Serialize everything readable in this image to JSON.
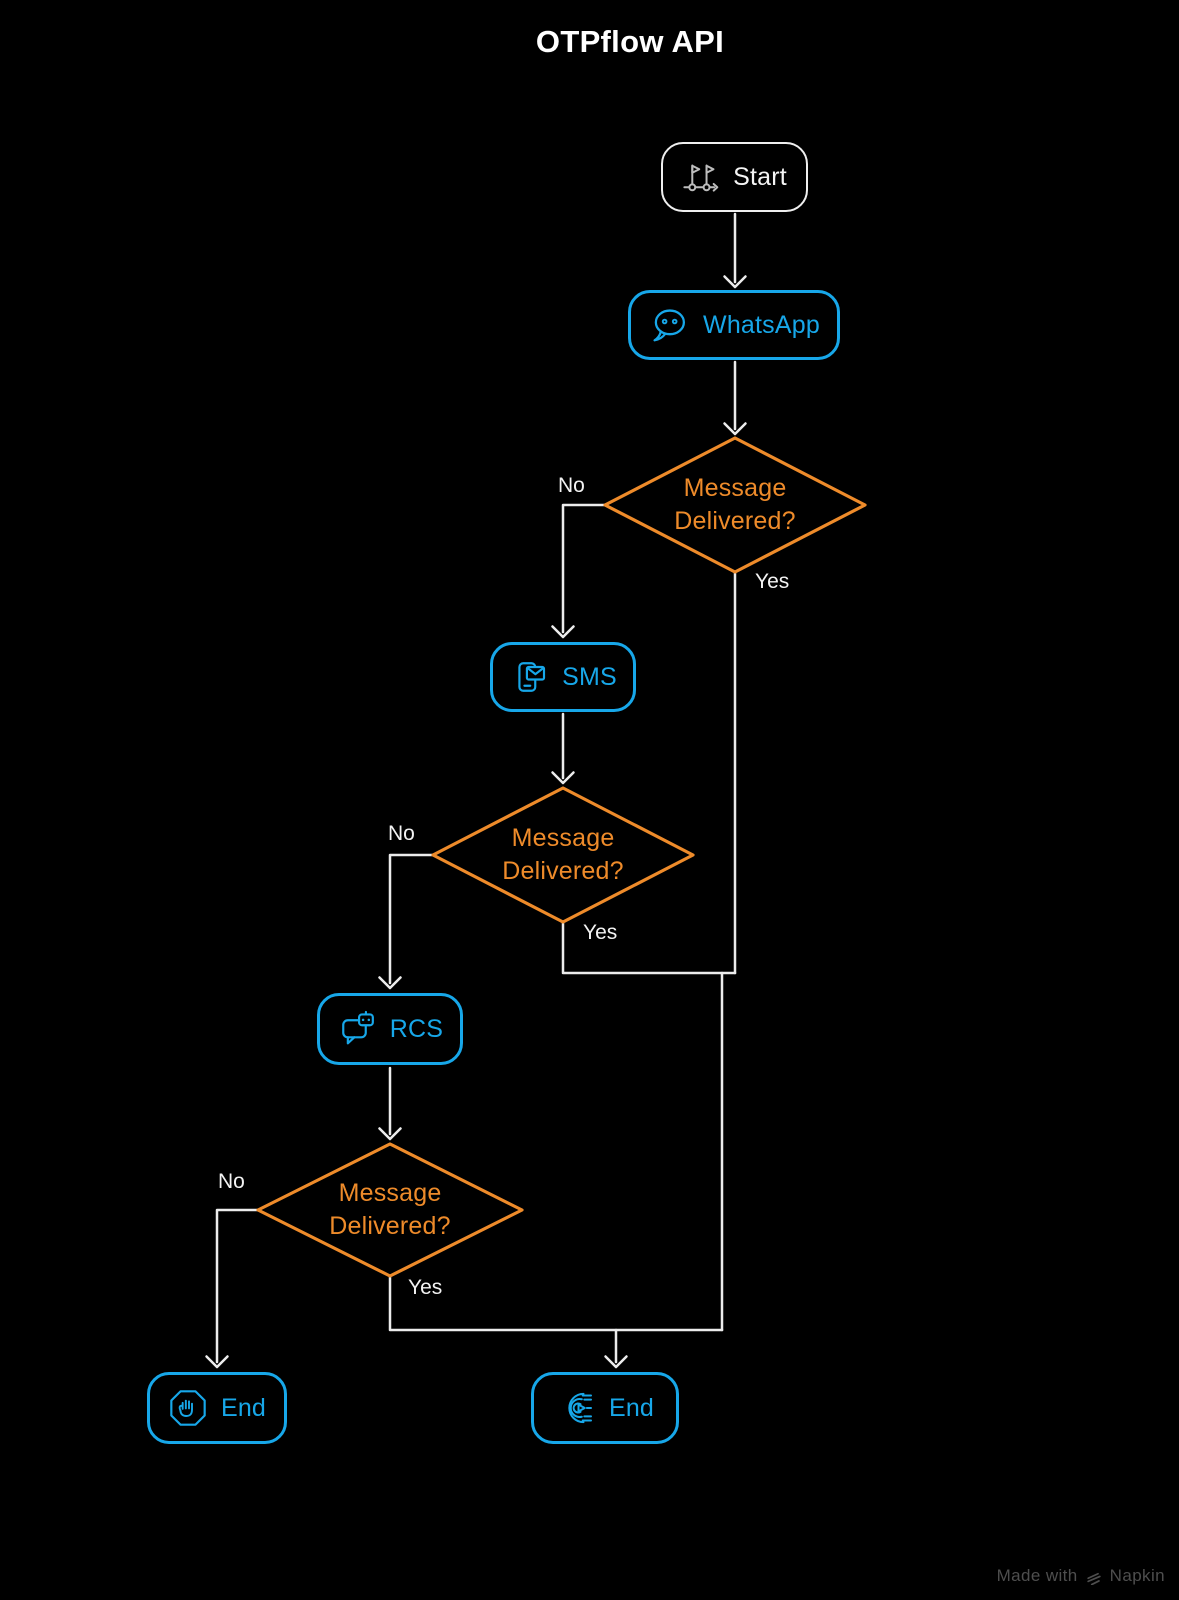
{
  "title": "OTPflow API",
  "nodes": {
    "start": {
      "label": "Start",
      "icon": "milestone-flags-icon"
    },
    "whatsapp": {
      "label": "WhatsApp",
      "icon": "chat-bubble-face-icon"
    },
    "sms": {
      "label": "SMS",
      "icon": "phone-envelope-icon"
    },
    "rcs": {
      "label": "RCS",
      "icon": "robot-chat-icon"
    },
    "end_left": {
      "label": "End",
      "icon": "stop-hand-icon"
    },
    "end_right": {
      "label": "End",
      "icon": "goal-finish-icon"
    }
  },
  "decisions": {
    "d1": {
      "text": "Message\nDelivered?"
    },
    "d2": {
      "text": "Message\nDelivered?"
    },
    "d3": {
      "text": "Message\nDelivered?"
    }
  },
  "edge_labels": {
    "d1_no": "No",
    "d1_yes": "Yes",
    "d2_no": "No",
    "d2_yes": "Yes",
    "d3_no": "No",
    "d3_yes": "Yes"
  },
  "watermark": {
    "made_with": "Made with",
    "brand": "Napkin"
  },
  "colors": {
    "background": "#000000",
    "node_blue": "#17A7E9",
    "decision_orange": "#EE8B2A",
    "connector": "#ECECEC",
    "start_border": "#EFEFEF"
  }
}
